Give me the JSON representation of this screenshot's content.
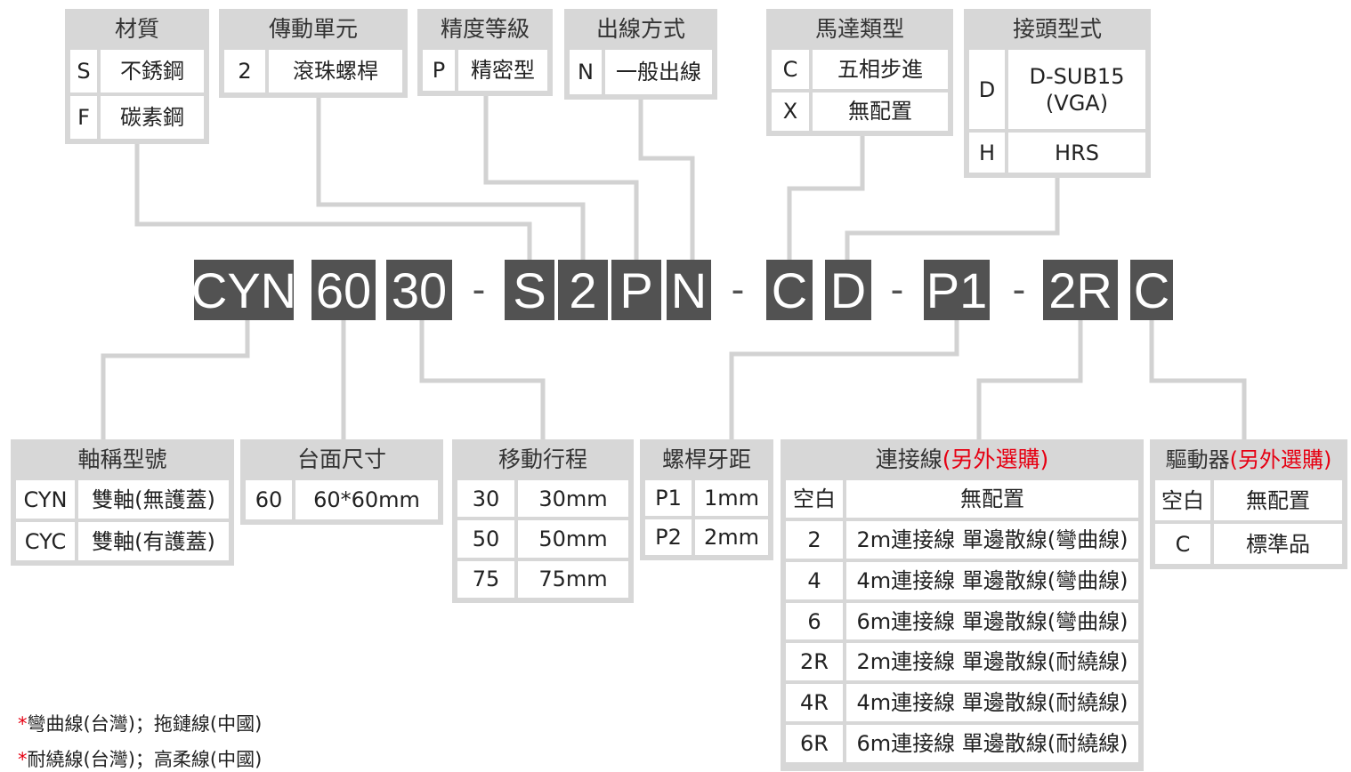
{
  "top": {
    "material": {
      "title": "材質",
      "rows": [
        [
          "S",
          "不銹鋼"
        ],
        [
          "F",
          "碳素鋼"
        ]
      ]
    },
    "drive": {
      "title": "傳動單元",
      "rows": [
        [
          "2",
          "滾珠螺桿"
        ]
      ]
    },
    "precision": {
      "title": "精度等級",
      "rows": [
        [
          "P",
          "精密型"
        ]
      ]
    },
    "wiring": {
      "title": "出線方式",
      "rows": [
        [
          "N",
          "一般出線"
        ]
      ]
    },
    "motor": {
      "title": "馬達類型",
      "rows": [
        [
          "C",
          "五相步進"
        ],
        [
          "X",
          "無配置"
        ]
      ]
    },
    "connector": {
      "title": "接頭型式",
      "rows": [
        [
          "D",
          "D-SUB15\n(VGA)"
        ],
        [
          "H",
          "HRS"
        ]
      ]
    }
  },
  "code": {
    "segments": [
      "CYN",
      "60",
      "30",
      "-",
      "S",
      "2",
      "P",
      "N",
      "-",
      "C",
      "D",
      "-",
      "P1",
      "-",
      "2R",
      "C"
    ]
  },
  "bottom": {
    "axis": {
      "title": "軸稱型號",
      "rows": [
        [
          "CYN",
          "雙軸(無護蓋)"
        ],
        [
          "CYC",
          "雙軸(有護蓋)"
        ]
      ]
    },
    "table": {
      "title": "台面尺寸",
      "rows": [
        [
          "60",
          "60*60mm"
        ]
      ]
    },
    "stroke": {
      "title": "移動行程",
      "rows": [
        [
          "30",
          "30mm"
        ],
        [
          "50",
          "50mm"
        ],
        [
          "75",
          "75mm"
        ]
      ]
    },
    "pitch": {
      "title": "螺桿牙距",
      "rows": [
        [
          "P1",
          "1mm"
        ],
        [
          "P2",
          "2mm"
        ]
      ]
    },
    "cable": {
      "title": "連接線",
      "title_red": "(另外選購)",
      "rows": [
        [
          "空白",
          "無配置"
        ],
        [
          "2",
          "2m連接線 單邊散線(彎曲線)"
        ],
        [
          "4",
          "4m連接線 單邊散線(彎曲線)"
        ],
        [
          "6",
          "6m連接線 單邊散線(彎曲線)"
        ],
        [
          "2R",
          "2m連接線 單邊散線(耐繞線)"
        ],
        [
          "4R",
          "4m連接線 單邊散線(耐繞線)"
        ],
        [
          "6R",
          "6m連接線 單邊散線(耐繞線)"
        ]
      ]
    },
    "driver": {
      "title": "驅動器",
      "title_red": "(另外選購)",
      "rows": [
        [
          "空白",
          "無配置"
        ],
        [
          "C",
          "標準品"
        ]
      ]
    }
  },
  "notes": [
    {
      "star": "*",
      "text": "彎曲線(台灣)；拖鏈線(中國)"
    },
    {
      "star": "*",
      "text": "耐繞線(台灣)；高柔線(中國)"
    }
  ],
  "colors": {
    "box_bg": "#d7d7d7",
    "code_bg": "#525252",
    "accent_red": "#e60012",
    "line": "#d0d0d0"
  }
}
